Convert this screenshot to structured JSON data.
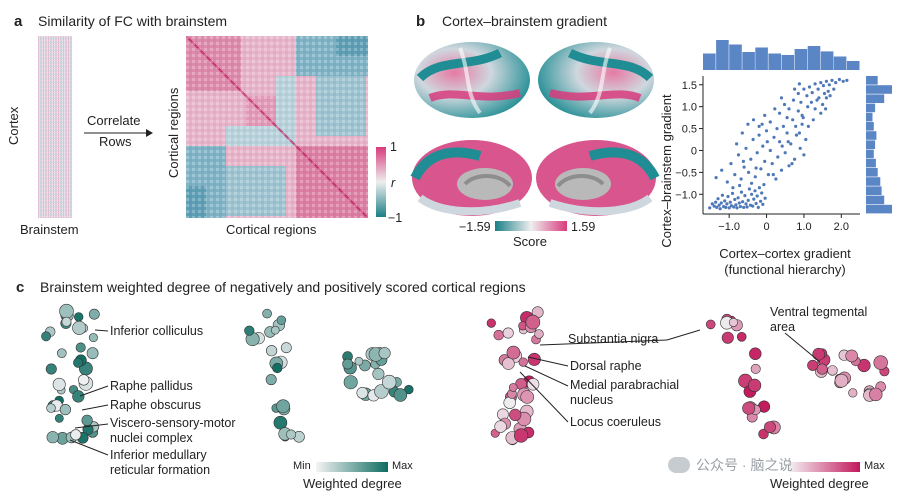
{
  "colors": {
    "teal": "#1a7f86",
    "pink": "#d83b7d",
    "scatter": "#4e79b9",
    "hist": "#5b86c6",
    "text": "#222222"
  },
  "panel_a": {
    "label": "a",
    "title": "Similarity of FC with brainstem",
    "y_label_left": "Cortex",
    "x_label_left": "Brainstem",
    "arrow_top": "Correlate",
    "arrow_bottom": "Rows",
    "y_label_right": "Cortical regions",
    "x_label_right": "Cortical regions",
    "cbar_max": "1",
    "cbar_mid": "r",
    "cbar_min": "−1"
  },
  "panel_b": {
    "label": "b",
    "title": "Cortex–brainstem gradient",
    "score_min": "−1.59",
    "score_max": "1.59",
    "score_label": "Score"
  },
  "panel_c": {
    "label": "c",
    "title": "Brainstem weighted degree of negatively and positively scored cortical regions",
    "left_labels": [
      "Inferior colliculus",
      "Raphe pallidus",
      "Raphe obscurus",
      "Viscero-sensory-motor nuclei complex",
      "Inferior medullary reticular formation"
    ],
    "right_labels": [
      "Substantia nigra",
      "Dorsal raphe",
      "Medial parabrachial nucleus",
      "Locus coeruleus",
      "Ventral tegmental area"
    ],
    "cbar_min": "Min",
    "cbar_max": "Max",
    "cbar_label": "Weighted degree"
  },
  "watermark": "公众号 · 脑之说",
  "chart_data": {
    "type": "scatter",
    "xlabel": "Cortex–cortex gradient (functional hierarchy)",
    "ylabel": "Cortex–brainstem gradient",
    "xlim": [
      -1.7,
      2.5
    ],
    "ylim": [
      -1.45,
      1.7
    ],
    "xticks": [
      -1.0,
      0,
      1.0,
      2.0
    ],
    "xtick_labels": [
      "−1.0",
      "0",
      "1.0",
      "2.0"
    ],
    "yticks": [
      -1.0,
      -0.5,
      0,
      0.5,
      1.0,
      1.5
    ],
    "ytick_labels": [
      "−1.0",
      "−0.5",
      "0",
      "0.5",
      "1.0",
      "1.5"
    ],
    "grid": false,
    "points": [
      [
        -1.52,
        -1.31
      ],
      [
        -1.45,
        -1.22
      ],
      [
        -1.4,
        -1.27
      ],
      [
        -1.36,
        -1.18
      ],
      [
        -1.33,
        -1.3
      ],
      [
        -1.3,
        -1.1
      ],
      [
        -1.27,
        -1.25
      ],
      [
        -1.24,
        -1.33
      ],
      [
        -1.21,
        -1.2
      ],
      [
        -1.18,
        -1.02
      ],
      [
        -1.15,
        -1.28
      ],
      [
        -1.12,
        -1.15
      ],
      [
        -1.09,
        -1.3
      ],
      [
        -1.06,
        -1.22
      ],
      [
        -1.03,
        -1.05
      ],
      [
        -1.0,
        -1.31
      ],
      [
        -0.97,
        -1.18
      ],
      [
        -0.94,
        -1.26
      ],
      [
        -0.91,
        -0.98
      ],
      [
        -0.88,
        -1.29
      ],
      [
        -0.85,
        -1.12
      ],
      [
        -0.82,
        -1.24
      ],
      [
        -0.79,
        -1.31
      ],
      [
        -0.76,
        -1.08
      ],
      [
        -0.73,
        -1.2
      ],
      [
        -0.7,
        -1.28
      ],
      [
        -0.67,
        -0.95
      ],
      [
        -0.64,
        -1.17
      ],
      [
        -0.61,
        -1.3
      ],
      [
        -0.58,
        -1.03
      ],
      [
        -0.55,
        -1.22
      ],
      [
        -0.52,
        -1.29
      ],
      [
        -0.49,
        -1.14
      ],
      [
        -0.46,
        -0.88
      ],
      [
        -0.43,
        -1.25
      ],
      [
        -0.4,
        -1.0
      ],
      [
        -0.37,
        -1.27
      ],
      [
        -0.34,
        -1.11
      ],
      [
        -0.31,
        -0.92
      ],
      [
        -0.28,
        -1.21
      ],
      [
        -0.25,
        -1.04
      ],
      [
        -0.22,
        -1.3
      ],
      [
        -0.19,
        -0.85
      ],
      [
        -0.16,
        -1.16
      ],
      [
        -0.13,
        -0.97
      ],
      [
        -0.1,
        -1.23
      ],
      [
        -0.07,
        -0.78
      ],
      [
        -0.04,
        -1.09
      ],
      [
        -1.35,
        -0.62
      ],
      [
        -1.2,
        -0.45
      ],
      [
        -1.05,
        -0.72
      ],
      [
        -0.95,
        -0.3
      ],
      [
        -0.85,
        -0.55
      ],
      [
        -0.75,
        -0.1
      ],
      [
        -0.68,
        -0.65
      ],
      [
        -0.6,
        -0.38
      ],
      [
        -0.55,
        0.05
      ],
      [
        -0.48,
        -0.5
      ],
      [
        -0.42,
        -0.2
      ],
      [
        -0.36,
        0.25
      ],
      [
        -0.3,
        -0.6
      ],
      [
        -0.25,
        -0.05
      ],
      [
        -0.2,
        0.35
      ],
      [
        -0.15,
        -0.42
      ],
      [
        -0.1,
        0.1
      ],
      [
        -0.05,
        -0.25
      ],
      [
        0.0,
        0.45
      ],
      [
        0.05,
        -0.55
      ],
      [
        0.1,
        0.0
      ],
      [
        0.15,
        -0.3
      ],
      [
        0.2,
        0.3
      ],
      [
        0.25,
        -0.65
      ],
      [
        0.3,
        -0.15
      ],
      [
        0.35,
        0.2
      ],
      [
        0.4,
        -0.45
      ],
      [
        0.45,
        0.55
      ],
      [
        0.5,
        -0.05
      ],
      [
        0.55,
        0.4
      ],
      [
        0.6,
        -0.35
      ],
      [
        0.65,
        0.15
      ],
      [
        0.7,
        0.7
      ],
      [
        0.75,
        -0.2
      ],
      [
        0.8,
        0.35
      ],
      [
        0.85,
        0.9
      ],
      [
        0.9,
        0.05
      ],
      [
        0.95,
        0.6
      ],
      [
        1.0,
        -0.1
      ],
      [
        1.05,
        0.25
      ],
      [
        -0.8,
        0.15
      ],
      [
        -0.65,
        0.4
      ],
      [
        -0.5,
        0.6
      ],
      [
        -0.35,
        0.7
      ],
      [
        -0.2,
        0.55
      ],
      [
        -0.05,
        0.8
      ],
      [
        0.1,
        0.65
      ],
      [
        0.22,
        0.95
      ],
      [
        0.35,
        0.85
      ],
      [
        0.48,
        1.05
      ],
      [
        0.6,
        0.95
      ],
      [
        0.72,
        1.15
      ],
      [
        0.85,
        1.3
      ],
      [
        0.92,
        1.1
      ],
      [
        1.0,
        1.4
      ],
      [
        1.08,
        1.25
      ],
      [
        1.15,
        1.45
      ],
      [
        1.22,
        1.32
      ],
      [
        1.3,
        1.52
      ],
      [
        1.38,
        1.4
      ],
      [
        1.45,
        1.55
      ],
      [
        1.52,
        1.48
      ],
      [
        1.6,
        1.58
      ],
      [
        1.68,
        1.5
      ],
      [
        1.75,
        1.6
      ],
      [
        1.85,
        1.55
      ],
      [
        1.95,
        1.62
      ],
      [
        2.05,
        1.58
      ],
      [
        2.15,
        1.6
      ],
      [
        1.4,
        1.2
      ],
      [
        1.55,
        1.3
      ],
      [
        1.65,
        1.35
      ],
      [
        1.1,
        1.0
      ],
      [
        1.2,
        1.1
      ],
      [
        1.3,
        0.95
      ],
      [
        1.35,
        1.15
      ],
      [
        1.5,
        1.05
      ],
      [
        1.6,
        1.2
      ],
      [
        1.7,
        1.25
      ],
      [
        1.8,
        1.4
      ],
      [
        0.75,
        1.4
      ],
      [
        0.88,
        1.52
      ],
      [
        0.95,
        0.8
      ],
      [
        1.25,
        0.7
      ],
      [
        1.45,
        0.85
      ],
      [
        1.58,
        0.95
      ],
      [
        0.55,
        0.75
      ],
      [
        0.4,
        1.2
      ],
      [
        -0.9,
        -0.85
      ],
      [
        -0.72,
        -0.8
      ],
      [
        -0.62,
        -0.25
      ],
      [
        -0.4,
        -0.75
      ],
      [
        -0.28,
        -0.4
      ],
      [
        -0.12,
        0.6
      ],
      [
        0.02,
        0.2
      ],
      [
        0.18,
        -0.55
      ],
      [
        0.28,
        0.5
      ],
      [
        0.42,
        0.1
      ],
      [
        0.58,
        0.2
      ],
      [
        0.68,
        -0.3
      ],
      [
        0.78,
        0.55
      ],
      [
        0.88,
        0.4
      ],
      [
        0.98,
        0.75
      ],
      [
        1.12,
        0.55
      ]
    ],
    "top_hist": [
      0.55,
      1.0,
      0.85,
      0.6,
      0.75,
      0.55,
      0.5,
      0.7,
      0.8,
      0.62,
      0.45,
      0.3
    ],
    "right_hist": [
      0.45,
      1.0,
      0.7,
      0.35,
      0.25,
      0.3,
      0.4,
      0.35,
      0.3,
      0.38,
      0.45,
      0.55,
      0.6,
      0.7,
      1.0
    ]
  }
}
